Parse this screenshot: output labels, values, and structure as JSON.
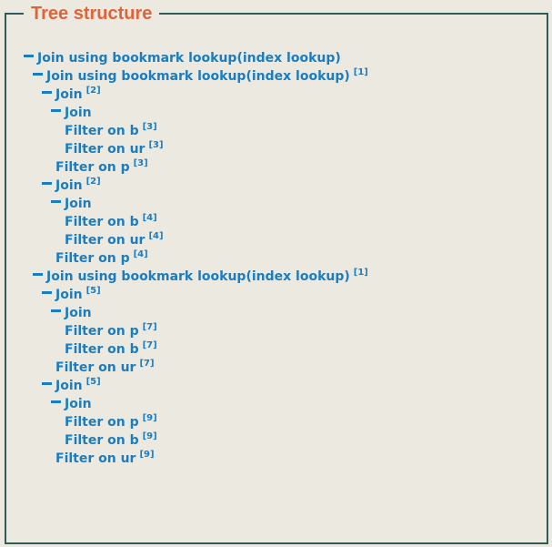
{
  "panel": {
    "title": "Tree structure"
  },
  "tree": [
    {
      "depth": 0,
      "toggle": true,
      "label": "Join using bookmark lookup(index lookup)",
      "ref": ""
    },
    {
      "depth": 1,
      "toggle": true,
      "label": "Join using bookmark lookup(index lookup)",
      "ref": "[1]"
    },
    {
      "depth": 2,
      "toggle": true,
      "label": "Join",
      "ref": "[2]"
    },
    {
      "depth": 3,
      "toggle": true,
      "label": "Join",
      "ref": ""
    },
    {
      "depth": 4,
      "toggle": false,
      "label": "Filter on b",
      "ref": "[3]"
    },
    {
      "depth": 4,
      "toggle": false,
      "label": "Filter on ur",
      "ref": "[3]"
    },
    {
      "depth": 3,
      "toggle": false,
      "label": "Filter on p",
      "ref": "[3]"
    },
    {
      "depth": 2,
      "toggle": true,
      "label": "Join",
      "ref": "[2]"
    },
    {
      "depth": 3,
      "toggle": true,
      "label": "Join",
      "ref": ""
    },
    {
      "depth": 4,
      "toggle": false,
      "label": "Filter on b",
      "ref": "[4]"
    },
    {
      "depth": 4,
      "toggle": false,
      "label": "Filter on ur",
      "ref": "[4]"
    },
    {
      "depth": 3,
      "toggle": false,
      "label": "Filter on p",
      "ref": "[4]"
    },
    {
      "depth": 1,
      "toggle": true,
      "label": "Join using bookmark lookup(index lookup)",
      "ref": "[1]"
    },
    {
      "depth": 2,
      "toggle": true,
      "label": "Join",
      "ref": "[5]"
    },
    {
      "depth": 3,
      "toggle": true,
      "label": "Join",
      "ref": ""
    },
    {
      "depth": 4,
      "toggle": false,
      "label": "Filter on p",
      "ref": "[7]"
    },
    {
      "depth": 4,
      "toggle": false,
      "label": "Filter on b",
      "ref": "[7]"
    },
    {
      "depth": 3,
      "toggle": false,
      "label": "Filter on ur",
      "ref": "[7]"
    },
    {
      "depth": 2,
      "toggle": true,
      "label": "Join",
      "ref": "[5]"
    },
    {
      "depth": 3,
      "toggle": true,
      "label": "Join",
      "ref": ""
    },
    {
      "depth": 4,
      "toggle": false,
      "label": "Filter on p",
      "ref": "[9]"
    },
    {
      "depth": 4,
      "toggle": false,
      "label": "Filter on b",
      "ref": "[9]"
    },
    {
      "depth": 3,
      "toggle": false,
      "label": "Filter on ur",
      "ref": "[9]"
    }
  ],
  "colors": {
    "background": "#ece9e1",
    "border": "#2f5b58",
    "title": "#e0633a",
    "node_text": "#1b7dc0"
  }
}
